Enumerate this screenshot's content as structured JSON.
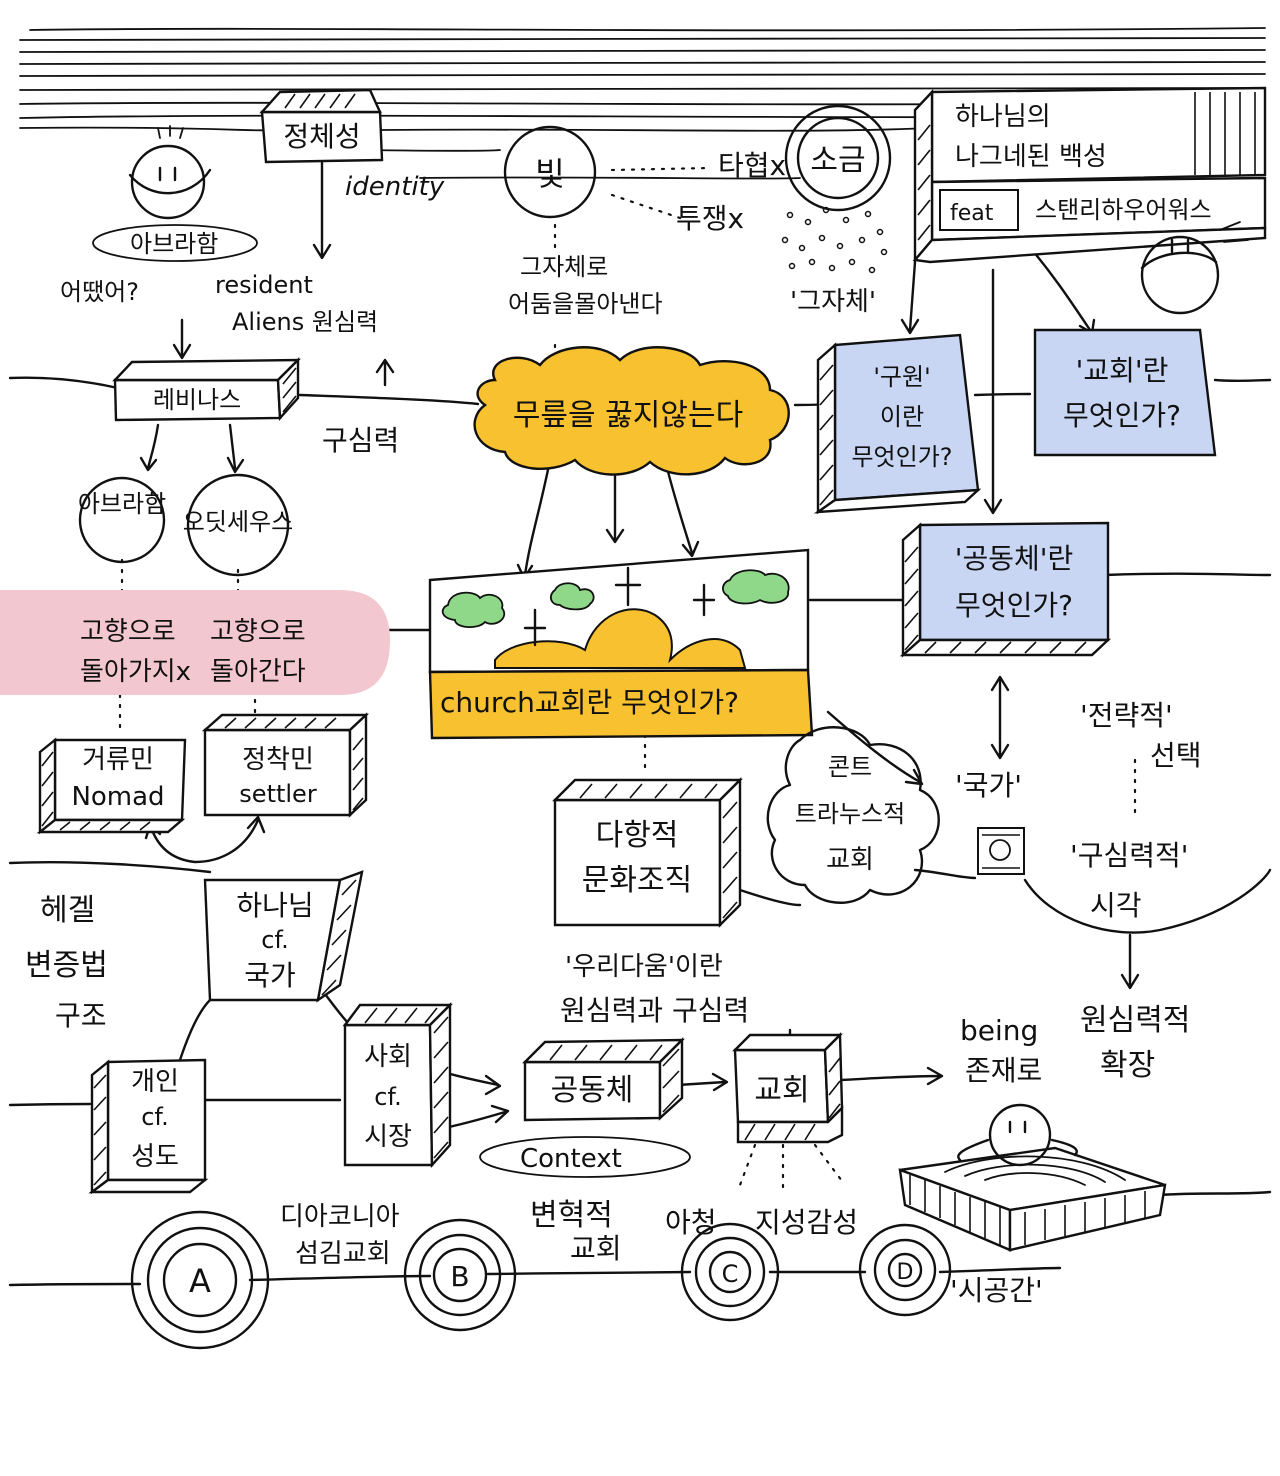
{
  "colors": {
    "yellow": "#f8c12f",
    "pink": "#f3c7cf",
    "blue": "#c8d6f4",
    "green": "#8fd88a",
    "ink": "#111111"
  },
  "labels": {
    "identity_kr": "정체성",
    "identity_en": "identity",
    "light": "빛",
    "compromise": "타협x",
    "struggle": "투쟁x",
    "salt": "소금",
    "itself_salt": "'그자체'",
    "light_itself": "그자체로",
    "drive_dark": "어둠을몰아낸다",
    "abraham_q": "아브라함",
    "how_q": "어땠어?",
    "resident_1": "resident",
    "resident_2": "Aliens 원심력",
    "centripetal": "구심력",
    "levinas": "레비나스",
    "cloud": "무릎을 꿇지않는다",
    "abraham": "아브라함",
    "odysseus": "오딧세우스",
    "home_not_1": "고향으로",
    "home_not_2": "돌아가지x",
    "home_go_1": "고향으로",
    "home_go_2": "돌아간다",
    "nomad_kr": "거류민",
    "nomad_en": "Nomad",
    "settler_kr": "정착민",
    "settler_en": "settler",
    "church_question": "church교회란 무엇인가?",
    "missional": "다항적",
    "missional2": "문화조직",
    "contra_1": "콘트",
    "contra_2": "트라누스적",
    "contra_3": "교회",
    "god_whitehorse_1": "하나님의",
    "god_whitehorse_2": "나그네된 백성",
    "feat": "feat",
    "hauerwas": "스탠리하우어워스",
    "salvation_1": "'구원'",
    "salvation_2": "이란",
    "salvation_3": "무엇인가?",
    "church_what_1": "'교회'란",
    "church_what_2": "무엇인가?",
    "community_what_1": "'공동체'란",
    "community_what_2": "무엇인가?",
    "nation": "'국가'",
    "strategic_1": "'전략적'",
    "strategic_2": "선택",
    "centripetal_view_1": "'구심력적'",
    "centripetal_view_2": "시각",
    "centrifugal_1": "원심력적",
    "centrifugal_2": "확장",
    "hegel_1": "헤겔",
    "hegel_2": "변증법",
    "hegel_3": "구조",
    "god_nation_1": "하나님",
    "god_nation_2": "cf.",
    "god_nation_3": "국가",
    "individual_1": "개인",
    "individual_2": "cf.",
    "individual_3": "성도",
    "society_1": "사회",
    "society_2": "cf.",
    "society_3": "시장",
    "community": "공동체",
    "context": "Context",
    "church": "교회",
    "ourness_1": "'우리다움'이란",
    "ourness_2": "원심력과 구심력",
    "being_1": "being",
    "being_2": "존재로",
    "diakonia_1": "디아코니아",
    "diakonia_2": "섬김교회",
    "transform_1": "변혁적",
    "transform_2": "교회",
    "youth": "아청",
    "intellect": "지성감성",
    "spacetime": "'시공간'",
    "circle_a": "A",
    "circle_b": "B",
    "circle_c": "C",
    "circle_d": "D"
  }
}
